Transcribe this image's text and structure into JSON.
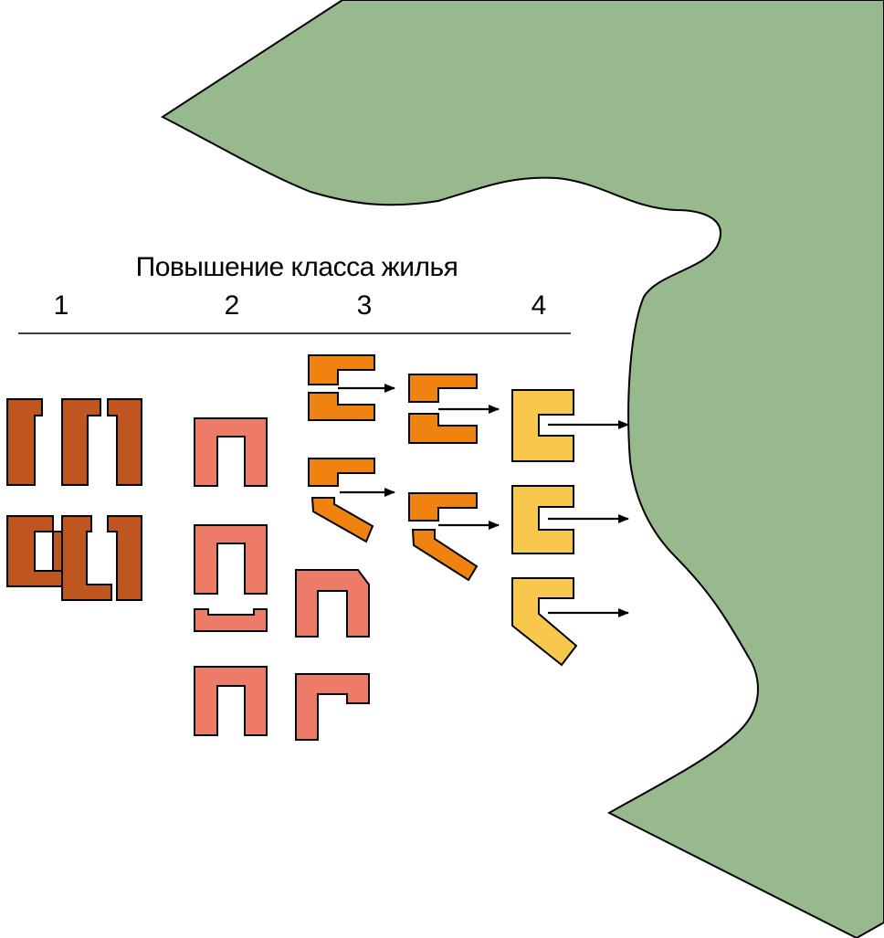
{
  "title": "Повышение класса жилья",
  "columns": [
    "1",
    "2",
    "3",
    "4"
  ],
  "colors": {
    "background": "#ffffff",
    "green_area": "#97b98d",
    "class_1": "#c0561f",
    "class_2": "#ec7b68",
    "class_3": "#f0820f",
    "class_4": "#f8c84c",
    "outline": "#000000"
  },
  "icons": [
    "right-arrow-icon"
  ]
}
